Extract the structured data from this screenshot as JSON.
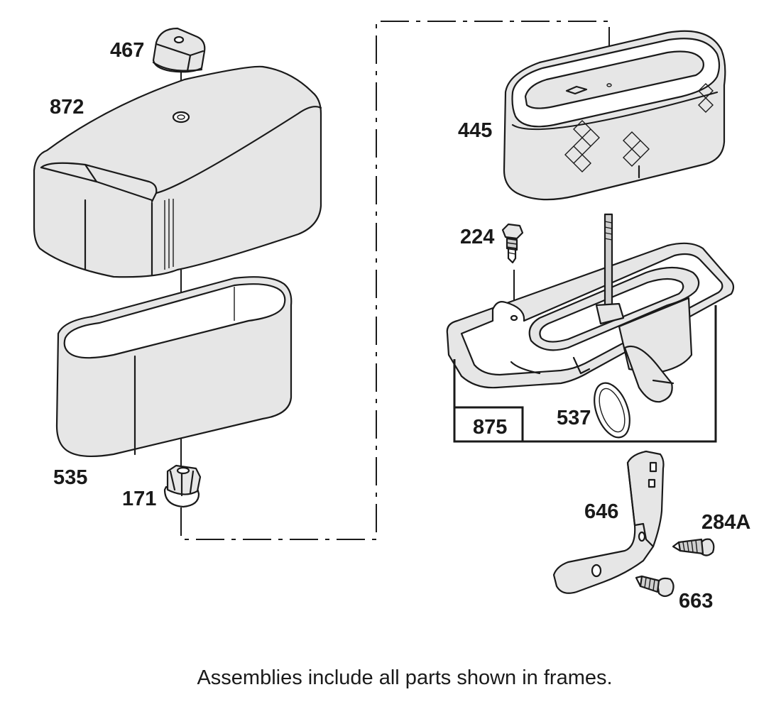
{
  "parts": [
    {
      "id": "p467",
      "number": "467"
    },
    {
      "id": "p872",
      "number": "872"
    },
    {
      "id": "p535",
      "number": "535"
    },
    {
      "id": "p171",
      "number": "171"
    },
    {
      "id": "p445",
      "number": "445"
    },
    {
      "id": "p224",
      "number": "224"
    },
    {
      "id": "p875",
      "number": "875"
    },
    {
      "id": "p537",
      "number": "537"
    },
    {
      "id": "p646",
      "number": "646"
    },
    {
      "id": "p284A",
      "number": "284A"
    },
    {
      "id": "p663",
      "number": "663"
    }
  ],
  "footnote": "Assemblies include all parts shown in frames."
}
